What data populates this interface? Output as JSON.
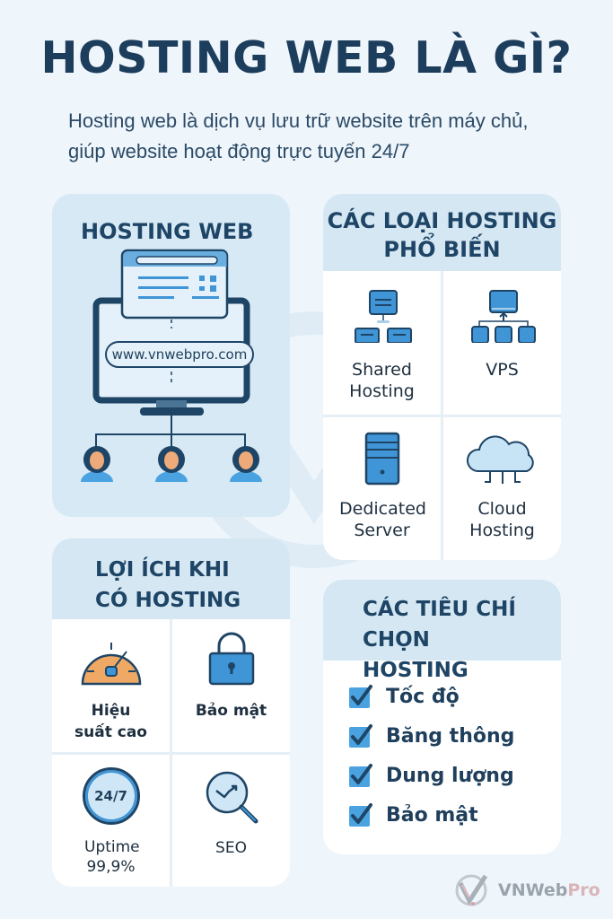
{
  "header": {
    "title": "HOSTING WEB LÀ GÌ?",
    "subtitle": "Hosting web là dịch vụ lưu trữ website trên máy chủ, giúp website hoạt động trực tuyến 24/7"
  },
  "hosting_card": {
    "title": "HOSTING WEB",
    "url": "www.vnwebpro.com",
    "icons": [
      "monitor-icon",
      "browser-window-icon",
      "user-icon"
    ]
  },
  "types_card": {
    "title": "CÁC LOẠI HOSTING PHỔ BIẾN",
    "items": [
      {
        "label": "Shared Hosting",
        "icon": "shared-server-icon"
      },
      {
        "label": "VPS",
        "icon": "vps-icon"
      },
      {
        "label": "Dedicated Server",
        "icon": "dedicated-server-icon"
      },
      {
        "label": "Cloud Hosting",
        "icon": "cloud-icon"
      }
    ]
  },
  "benefits_card": {
    "title": "LỢI ÍCH KHI CÓ HOSTING",
    "items": [
      {
        "label": "Hiệu suất cao",
        "icon": "speedometer-icon"
      },
      {
        "label": "Bảo mật",
        "icon": "padlock-icon"
      },
      {
        "label": "Uptime 99,9%",
        "icon": "clock-247-icon",
        "badge": "24/7"
      },
      {
        "label": "SEO",
        "icon": "seo-magnifier-icon"
      }
    ]
  },
  "criteria_card": {
    "title": "CÁC TIÊU CHÍ CHỌN HOSTING",
    "items": [
      {
        "label": "Tốc độ",
        "checked": true
      },
      {
        "label": "Băng thông",
        "checked": true
      },
      {
        "label": "Dung lượng",
        "checked": true
      },
      {
        "label": "Bảo mật",
        "checked": true
      }
    ]
  },
  "brand": {
    "name_a": "VNWeb",
    "name_b": "Pro"
  },
  "colors": {
    "background": "#eef5fb",
    "navy": "#1f4566",
    "accent_blue": "#3f95d6",
    "light_blue": "#d4e7f3",
    "orange": "#f0a965"
  }
}
